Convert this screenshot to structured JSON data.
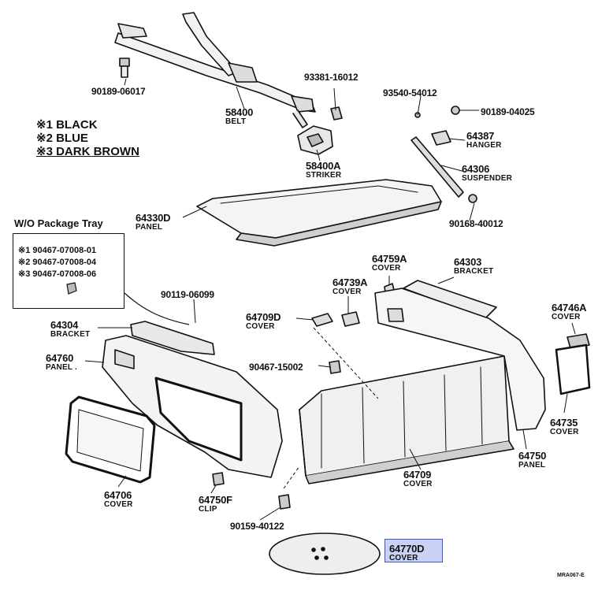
{
  "legend": [
    "※1 BLACK",
    "※2 BLUE",
    "※3 DARK BROWN"
  ],
  "wo_package_tray": {
    "title": "W/O Package Tray",
    "lines": [
      "※1 90467-07008-01",
      "※2 90467-07008-04",
      "※3 90467-07008-06"
    ]
  },
  "parts": {
    "p90189_06017": {
      "number": "90189-06017"
    },
    "p58400": {
      "number": "58400",
      "name": "BELT"
    },
    "p93381": {
      "number": "93381-16012"
    },
    "p58400a": {
      "number": "58400A",
      "name": "STRIKER"
    },
    "p93540": {
      "number": "93540-54012"
    },
    "p90189_04025": {
      "number": "90189-04025"
    },
    "p64387": {
      "number": "64387",
      "name": "HANGER"
    },
    "p64306": {
      "number": "64306",
      "name": "SUSPENDER"
    },
    "p90168": {
      "number": "90168-40012"
    },
    "p64330d": {
      "number": "64330D",
      "name": "PANEL"
    },
    "p64759a": {
      "number": "64759A",
      "name": "COVER"
    },
    "p64303": {
      "number": "64303",
      "name": "BRACKET"
    },
    "p64739a": {
      "number": "64739A",
      "name": "COVER"
    },
    "p90119": {
      "number": "90119-06099"
    },
    "p64709d": {
      "number": "64709D",
      "name": "COVER"
    },
    "p64746a": {
      "number": "64746A",
      "name": "COVER"
    },
    "p64304": {
      "number": "64304",
      "name": "BRACKET"
    },
    "p64760": {
      "number": "64760",
      "name": "PANEL ."
    },
    "p90467": {
      "number": "90467-15002"
    },
    "p64735": {
      "number": "64735",
      "name": "COVER"
    },
    "p64750": {
      "number": "64750",
      "name": "PANEL"
    },
    "p64709": {
      "number": "64709",
      "name": "COVER"
    },
    "p64706": {
      "number": "64706",
      "name": "COVER"
    },
    "p64750f": {
      "number": "64750F",
      "name": "CLIP"
    },
    "p90159": {
      "number": "90159-40122"
    },
    "p64770d": {
      "number": "64770D",
      "name": "COVER"
    }
  },
  "reference_code": "MRA067-E",
  "colors": {
    "ink": "#111111",
    "highlight_fill": "#c9d2f2",
    "highlight_border": "#3d55c7",
    "part_fill": "#f2f2f2",
    "part_shade": "#cfcfcf"
  }
}
